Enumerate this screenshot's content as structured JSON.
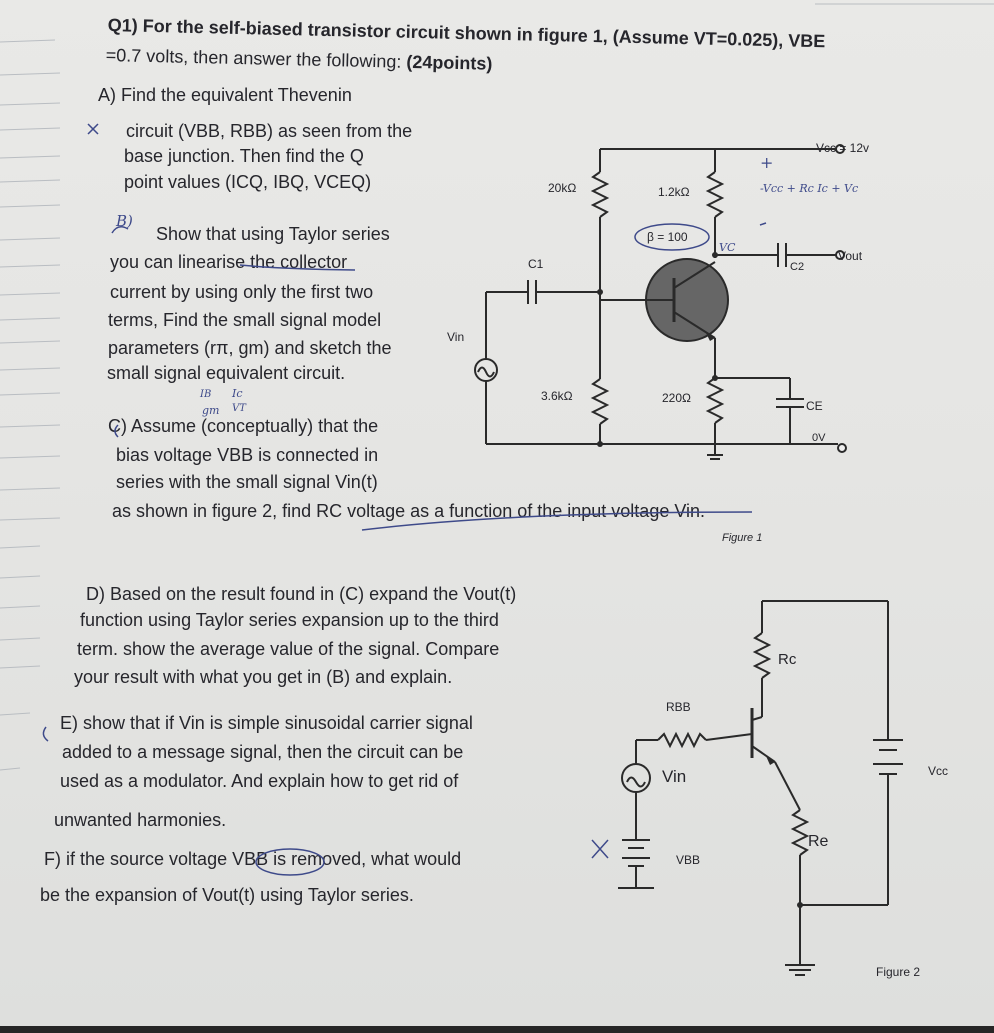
{
  "q1": {
    "line1": "Q1) For the self-biased transistor circuit shown in figure 1, (Assume VT=0.025), VBE",
    "line2a": "=0.7 volts, then answer the following: ",
    "points": "(24points)"
  },
  "partA": {
    "line1": "A) Find the equivalent Thevenin",
    "line2": "circuit (VBB, RBB) as seen from the",
    "line3": "base junction. Then find the Q",
    "line4": "point values (ICQ, IBQ, VCEQ)"
  },
  "partB": {
    "letter": "B)",
    "line1": "Show that using Taylor series",
    "line2": "you can linearise the collector",
    "line3": "current by using only the first two",
    "line4": "terms, Find the small signal model",
    "line5": "parameters (rπ, gm) and sketch the",
    "line6": "small signal equivalent circuit."
  },
  "partC": {
    "line1": "C) Assume (conceptually) that the",
    "line2": "bias voltage VBB is connected in",
    "line3": "series with the small signal Vin(t)",
    "line4": "as shown in figure 2, find RC voltage as a function of the input voltage Vin."
  },
  "partD": {
    "line1": "D) Based on the result found in (C) expand the Vout(t)",
    "line2": "function using Taylor series expansion up to the third",
    "line3": "term. show the average value of the signal. Compare",
    "line4": "your result with what you get in (B) and explain."
  },
  "partE": {
    "line1": "E) show that if Vin is simple sinusoidal carrier signal",
    "line2": "added to a message signal, then the circuit can be",
    "line3": "used as a modulator. And explain how to get rid of",
    "line4": "unwanted harmonies."
  },
  "partF": {
    "line1": "F) if the source voltage VBB is removed, what would",
    "line2": "be the expansion of Vout(t) using Taylor series."
  },
  "figure1": {
    "vcc": "Vcc = 12v",
    "r1": "20kΩ",
    "rc": "1.2kΩ",
    "beta": "β = 100",
    "c1": "C1",
    "c2": "C2",
    "vout": "Vout",
    "vin": "Vin",
    "r2": "3.6kΩ",
    "re": "220Ω",
    "ce": "CE",
    "ov": "0V",
    "caption": "Figure 1"
  },
  "figure2": {
    "rc": "Rc",
    "rbb": "RBB",
    "vin": "Vin",
    "vbb": "VBB",
    "re": "Re",
    "vcc": "Vcc",
    "caption": "Figure 2"
  },
  "handwriting": {
    "plus": "+",
    "note": "-Vcc + Rc Ic + Vc",
    "vc": "VC",
    "ib": "IB",
    "ic": "Ic",
    "gm": "gm",
    "vt": "VT"
  }
}
